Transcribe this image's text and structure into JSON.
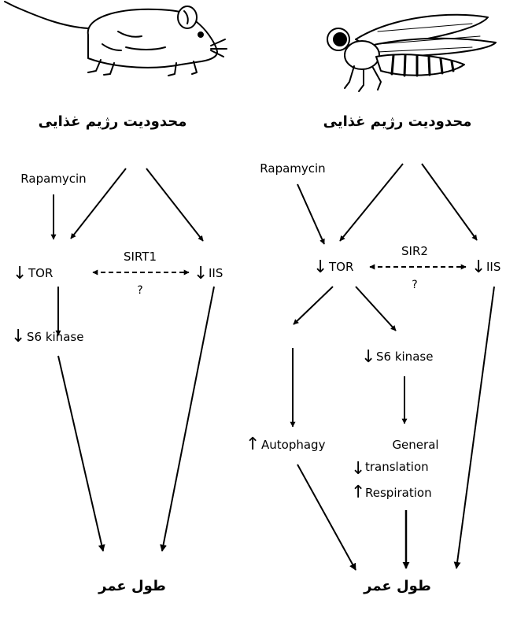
{
  "left_panel": {
    "animal": "mouse-icon",
    "title": "محدودیت رژیم غذایی",
    "rapamycin": "Rapamycin",
    "tor_label": "TOR",
    "iis_label": "IIS",
    "sirt_label": "SIRT1",
    "question": "?",
    "s6_label": "S6 kinase",
    "outcome": "طول عمر"
  },
  "right_panel": {
    "animal": "fly-icon",
    "title": "محدودیت رژیم غذایی",
    "rapamycin": "Rapamycin",
    "tor_label": "TOR",
    "iis_label": "IIS",
    "sir_label": "SIR2",
    "question": "?",
    "s6_label": "S6 kinase",
    "autophagy_label": "Autophagy",
    "general_label": "General",
    "translation_label": "translation",
    "respiration_label": "Respiration",
    "outcome": "طول عمر"
  },
  "symbols": {
    "down": "↓",
    "up": "↑"
  }
}
